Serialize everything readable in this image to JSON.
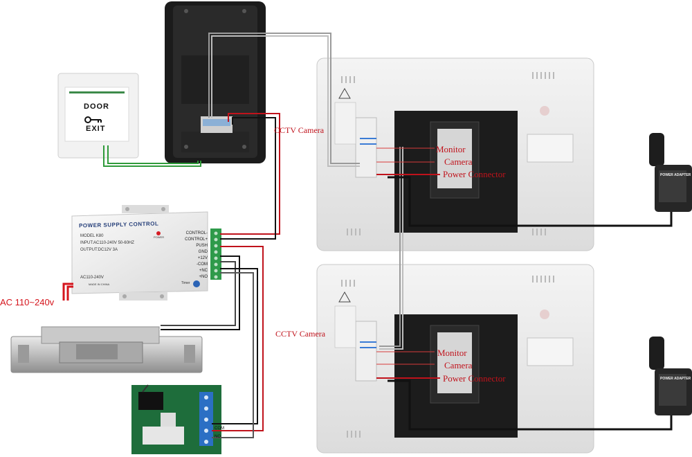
{
  "door_button": {
    "line1": "DOOR",
    "line2": "EXIT"
  },
  "psu": {
    "title": "POWER SUPPLY CONTROL",
    "model": "MODEL K80",
    "input": "INPUT:AC110-240V   50-60HZ",
    "output": "OUTPUT:DC12V   3A",
    "ac_label": "AC110-240V",
    "made_in": "MADE IN CHINA",
    "power_badge": "POWER",
    "timer": "Timer",
    "terminals": [
      "CONTROL-",
      "CONTROL+",
      "PUSH",
      "GND",
      "+12V",
      "-COM",
      "+NC",
      "+NO"
    ]
  },
  "ac_input_label": "AC 110~240v",
  "relay": {
    "terminals": [
      "COM",
      "NO"
    ]
  },
  "monitors": [
    {
      "cctv_label": "CCTV Camera",
      "ports": [
        "Monitor",
        "Camera",
        "Power Connector"
      ]
    },
    {
      "cctv_label": "CCTV Camera",
      "ports": [
        "Monitor",
        "Camera",
        "Power Connector"
      ]
    }
  ],
  "adapter": {
    "title": "POWER ADAPTER"
  },
  "colors": {
    "wire_red": "#c0121b",
    "wire_green": "#2f9a3a",
    "wire_black": "#111111",
    "wire_grey": "#9a9a9a",
    "monitor_body": "#e8e8e8"
  }
}
